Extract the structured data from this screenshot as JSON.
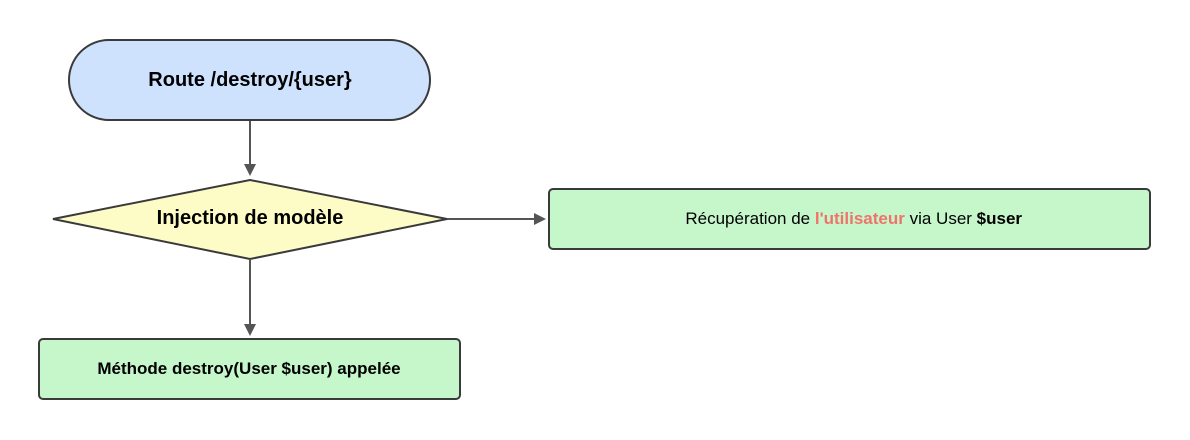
{
  "colors": {
    "stroke": "#3a3a3a",
    "connector": "#555555",
    "terminal_fill": "#cfe2fd",
    "decision_fill": "#fefcc6",
    "process_fill": "#c5f7cb",
    "highlight_text": "#f0736b"
  },
  "nodes": {
    "route": {
      "label": "Route /destroy/{user}"
    },
    "decision": {
      "label": "Injection de modèle"
    },
    "retrieval": {
      "prefix": "Récupération de ",
      "highlight": "l'utilisateur",
      "middle": " via User ",
      "bold_suffix": "$user"
    },
    "method": {
      "label": "Méthode destroy(User $user) appelée"
    }
  }
}
